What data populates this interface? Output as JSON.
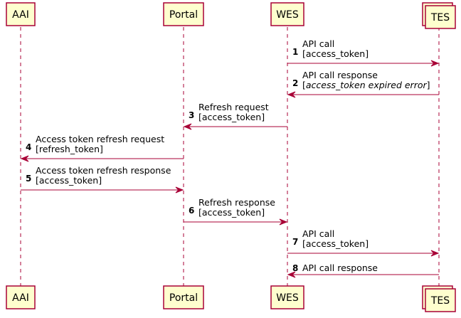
{
  "participants": [
    {
      "id": "aai",
      "name": "AAI",
      "stacked": false
    },
    {
      "id": "portal",
      "name": "Portal",
      "stacked": false
    },
    {
      "id": "wes",
      "name": "WES",
      "stacked": false
    },
    {
      "id": "tes",
      "name": "TES",
      "stacked": true
    }
  ],
  "messages": [
    {
      "num": "1",
      "from": "wes",
      "to": "tes",
      "line1": "API call",
      "line2": "[access_token]"
    },
    {
      "num": "2",
      "from": "tes",
      "to": "wes",
      "line1": "API call response",
      "line2_prefix": "[",
      "line2_italic": "access_token expired error",
      "line2_suffix": "]"
    },
    {
      "num": "3",
      "from": "wes",
      "to": "portal",
      "line1": "Refresh request",
      "line2": "[access_token]"
    },
    {
      "num": "4",
      "from": "portal",
      "to": "aai",
      "line1": "Access token refresh request",
      "line2": "[refresh_token]"
    },
    {
      "num": "5",
      "from": "aai",
      "to": "portal",
      "line1": "Access token refresh response",
      "line2": "[access_token]"
    },
    {
      "num": "6",
      "from": "portal",
      "to": "wes",
      "line1": "Refresh response",
      "line2": "[access_token]"
    },
    {
      "num": "7",
      "from": "wes",
      "to": "tes",
      "line1": "API call",
      "line2": "[access_token]"
    },
    {
      "num": "8",
      "from": "tes",
      "to": "wes",
      "line1": "API call response"
    }
  ],
  "colors": {
    "accent": "#A80036",
    "box_fill": "#FEFECE"
  }
}
